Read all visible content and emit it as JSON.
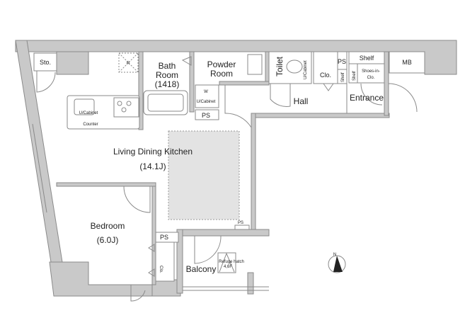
{
  "rooms": {
    "storage": "Sto.",
    "bath_room_line1": "Bath",
    "bath_room_line2": "Room",
    "bath_room_size": "(1418)",
    "powder_room_line1": "Powder",
    "powder_room_line2": "Room",
    "toilet": "Toilet",
    "toilet_cabinet": "U/Cabinet",
    "closet_hall": "Clo.",
    "ps_hall": "PS",
    "shelf_small": "Shelf",
    "shelf_small_2": "Shelf",
    "shelf_top": "Shelf",
    "shoes_in_closet_line1": "Shoes-in-",
    "shoes_in_closet_line2": "Clo.",
    "mb": "MB",
    "hall": "Hall",
    "entrance": "Entrance",
    "washer": "W",
    "washer_cabinet": "U/Cabinet",
    "ps_bath": "PS",
    "refrigerator": "R",
    "kitchen_cabinet": "U/Cabinet",
    "counter": "Counter",
    "ldk": "Living Dining Kitchen",
    "ldk_size": "(14.1J)",
    "ps_ldk": "PS",
    "bedroom": "Bedroom",
    "bedroom_size": "(6.0J)",
    "ps_bedroom": "PS",
    "closet_bedroom": "Clo.",
    "balcony": "Balcony",
    "refuge_hatch_line1": "Refuge hatch",
    "refuge_hatch_line2": "4,6F"
  },
  "compass": {
    "north_label": "N"
  }
}
